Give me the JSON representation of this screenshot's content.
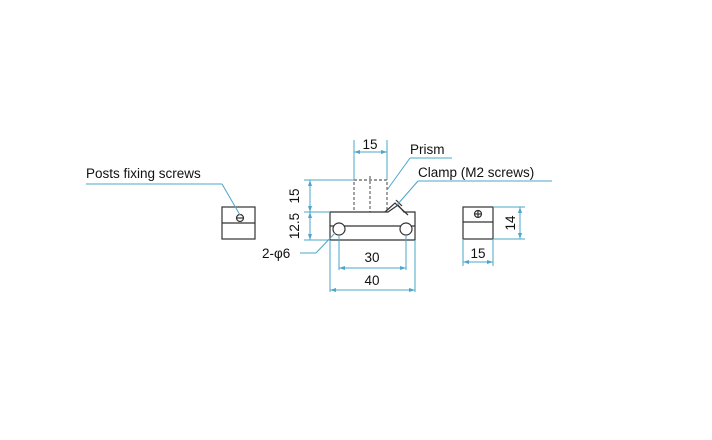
{
  "labels": {
    "posts_fixing_screws": "Posts fixing screws",
    "prism": "Prism",
    "clamp": "Clamp (M2 screws)",
    "holes": "2-φ6"
  },
  "dimensions": {
    "top_width": "15",
    "height_15": "15",
    "height_12_5": "12.5",
    "hole_spacing": "30",
    "overall_width": "40",
    "side_width": "15",
    "side_height": "14"
  },
  "colors": {
    "dimension_line": "#4aa7c8",
    "outline": "#333333"
  }
}
